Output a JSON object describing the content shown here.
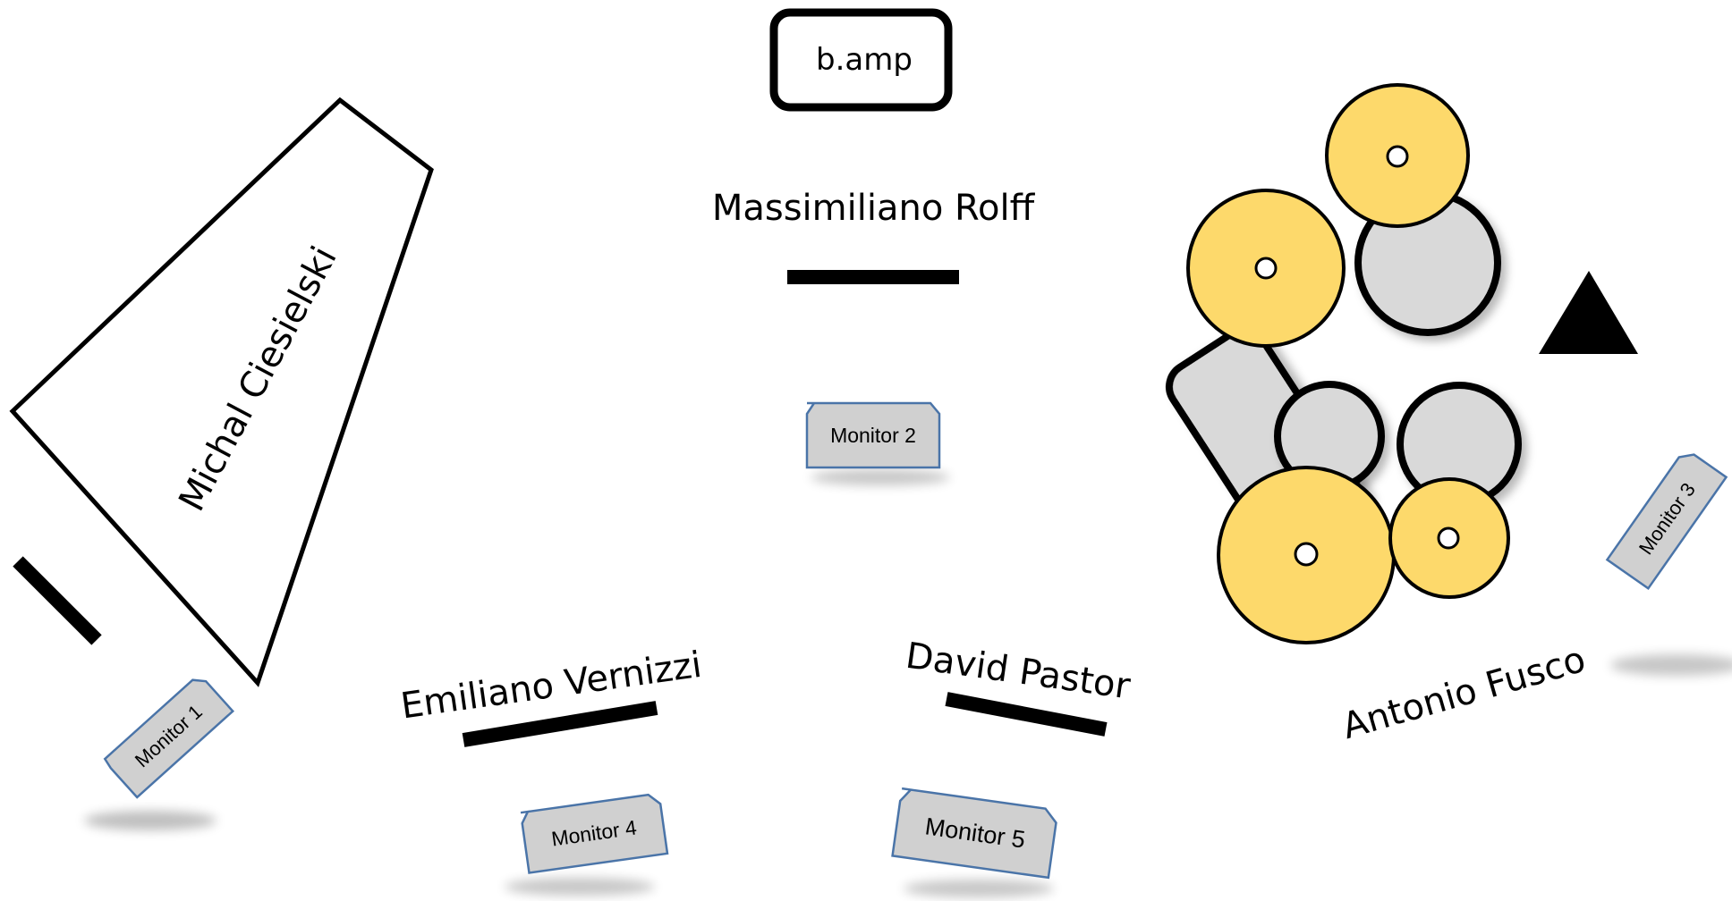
{
  "amp": {
    "label": "b.amp"
  },
  "musicians": {
    "massimiliano": "Massimiliano Rolff",
    "michal": "Michal Ciesielski",
    "emiliano": "Emiliano Vernizzi",
    "david": "David Pastor",
    "antonio": "Antonio Fusco"
  },
  "monitors": {
    "m1": "Monitor 1",
    "m2": "Monitor 2",
    "m3": "Monitor 3",
    "m4": "Monitor 4",
    "m5": "Monitor 5"
  },
  "colors": {
    "cymbal": "#fdd96b",
    "drum": "#d9d9d9",
    "monitor_fill": "#d0d0d0",
    "monitor_stroke": "#4a74a8",
    "ink": "#000000"
  }
}
